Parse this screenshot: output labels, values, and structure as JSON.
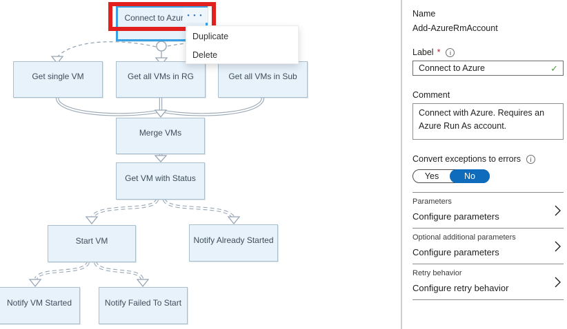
{
  "canvas": {
    "nodes": [
      {
        "id": "connect-to-azure",
        "label": "Connect to Azure"
      },
      {
        "id": "get-single-vm",
        "label": "Get single VM"
      },
      {
        "id": "get-all-vms-in-rg",
        "label": "Get all VMs in RG"
      },
      {
        "id": "get-all-vms-in-sub",
        "label": "Get all VMs in Sub"
      },
      {
        "id": "merge-vms",
        "label": "Merge VMs"
      },
      {
        "id": "get-vm-with-status",
        "label": "Get VM with Status"
      },
      {
        "id": "start-vm",
        "label": "Start VM"
      },
      {
        "id": "notify-already-started",
        "label": "Notify Already Started"
      },
      {
        "id": "notify-vm-started",
        "label": "Notify VM Started"
      },
      {
        "id": "notify-failed-to-start",
        "label": "Notify Failed To Start"
      }
    ],
    "selected_node": "Connect to Azure",
    "context_menu": {
      "items": [
        "Duplicate",
        "Delete"
      ]
    },
    "colors": {
      "node_fill": "#e7f2fb",
      "node_border": "#a9bfce",
      "selection_blue": "#38a0e3",
      "annotation_red": "#e2211f",
      "connector_gray": "#96a5b4"
    }
  },
  "panel": {
    "name": {
      "label": "Name",
      "value": "Add-AzureRmAccount"
    },
    "label_field": {
      "label": "Label",
      "required_marker": "*",
      "value": "Connect to Azure",
      "valid": true
    },
    "comment_field": {
      "label": "Comment",
      "value": "Connect with Azure.  Requires an Azure Run As account."
    },
    "convert_exceptions": {
      "label": "Convert exceptions to errors",
      "options": [
        "Yes",
        "No"
      ],
      "selected": "No"
    },
    "sections": [
      {
        "title": "Parameters",
        "action": "Configure parameters"
      },
      {
        "title": "Optional additional parameters",
        "action": "Configure parameters"
      },
      {
        "title": "Retry behavior",
        "action": "Configure retry behavior"
      }
    ],
    "colors": {
      "toggle_selected": "#0f6cbd",
      "required_red": "#a4262c",
      "valid_green": "#4f9c3c"
    }
  }
}
